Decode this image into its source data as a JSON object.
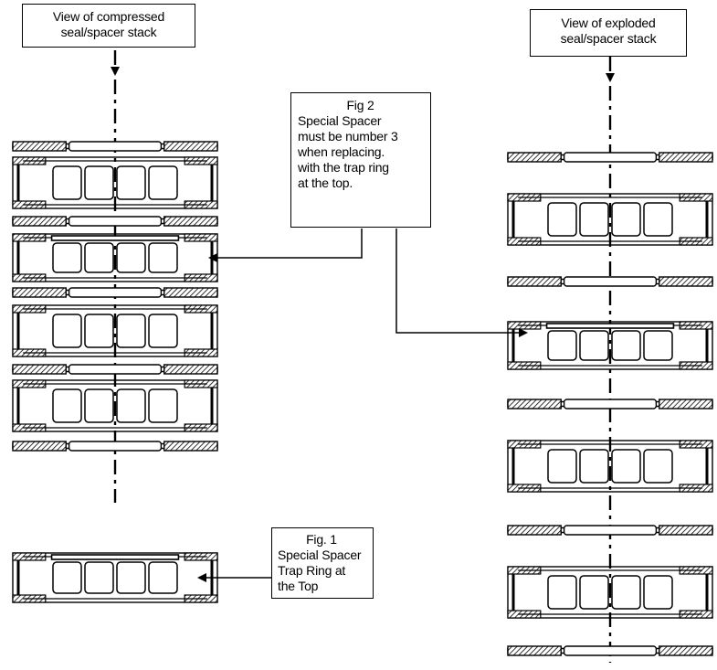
{
  "labels": {
    "compressed": [
      "View of compressed",
      "seal/spacer stack"
    ],
    "exploded": [
      "View of exploded",
      "seal/spacer stack"
    ],
    "fig2": [
      "Fig 2",
      "Special Spacer",
      "must be number 3",
      "when replacing.",
      "with the trap ring",
      "at the top."
    ],
    "fig1": [
      "Fig. 1",
      "Special Spacer",
      "Trap Ring at",
      "the Top"
    ]
  },
  "colors": {
    "line": "#000000",
    "background": "#ffffff"
  }
}
